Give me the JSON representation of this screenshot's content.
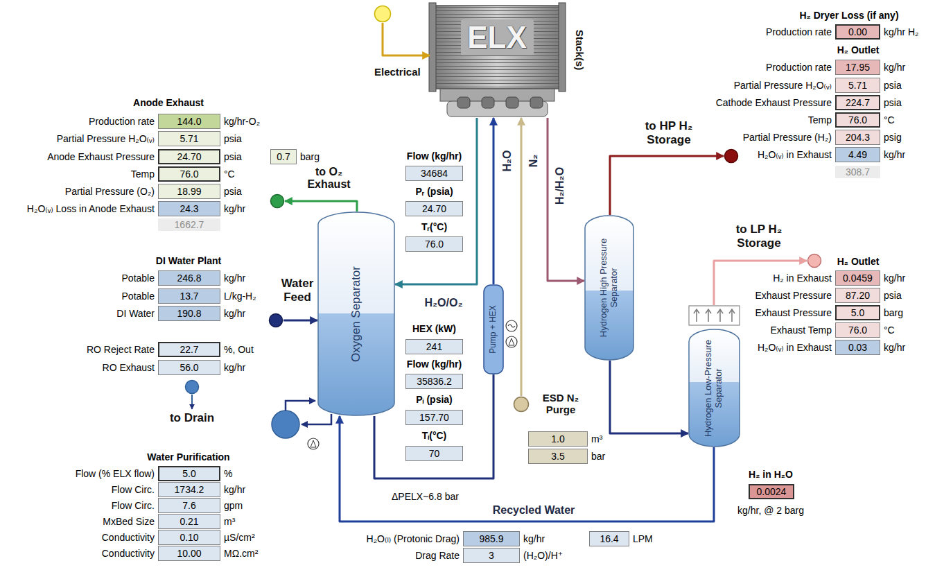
{
  "diagram": {
    "nodes": [
      {
        "text": [
          "Electrical"
        ]
      },
      {
        "text": [
          "ELX",
          "Stack(s)"
        ]
      },
      {
        "text": [
          "to HP H₂ Storage"
        ]
      },
      {
        "text": [
          "to O₂ Exhaust"
        ]
      },
      {
        "text": [
          "to LP H₂ Storage"
        ]
      },
      {
        "text": [
          "Water Feed"
        ]
      },
      {
        "text": [
          "Oxygen Separator"
        ]
      },
      {
        "text": [
          "Hydrogen High Pressure Separator"
        ]
      },
      {
        "text": [
          "Pump + HEX"
        ]
      },
      {
        "text": [
          "Hydrogen Low-Pressure Separator"
        ]
      },
      {
        "text": [
          "to Drain"
        ]
      },
      {
        "text": [
          "ESD N₂ Purge"
        ]
      }
    ],
    "edges": [
      {
        "from": 0,
        "to": 1,
        "arrow": "to"
      },
      {
        "from": 1,
        "to": 6,
        "label": "H₂O/O₂",
        "arrow": "to"
      },
      {
        "from": 6,
        "to": 3,
        "arrow": "to"
      },
      {
        "from": 5,
        "to": 6,
        "arrow": "to"
      },
      {
        "from": 6,
        "to": 8,
        "arrow": "none"
      },
      {
        "from": 8,
        "to": 1,
        "label": "H₂O",
        "arrow": "to"
      },
      {
        "from": 11,
        "to": 1,
        "label": "N₂",
        "arrow": "to"
      },
      {
        "from": 1,
        "to": 7,
        "label": "H₂/H₂O",
        "arrow": "to"
      },
      {
        "from": 7,
        "to": 2,
        "arrow": "to"
      },
      {
        "from": 7,
        "to": 9,
        "arrow": "to"
      },
      {
        "from": 9,
        "to": 4,
        "arrow": "to"
      },
      {
        "from": 9,
        "to": 6,
        "label": "Recycled Water",
        "arrow": "to"
      }
    ],
    "labels": [
      "Anode Exhaust",
      "Production rate",
      "144.0",
      "kg/hr-O₂",
      "Partial Pressure H₂O₍ᵥ₎",
      "5.71",
      "psia",
      "Anode Exhaust Pressure",
      "24.70",
      "psia",
      "Temp",
      "76.0",
      "°C",
      "Partial Pressure (O₂)",
      "18.99",
      "psia",
      "H₂O₍ᵥ₎ Loss in Anode Exhaust",
      "24.3",
      "kg/hr",
      "1662.7",
      "0.7",
      "barg",
      "H₂ Dryer Loss (if any)",
      "Production rate",
      "0.00",
      "kg/hr H₂",
      "H₂ Outlet",
      "Production rate",
      "17.95",
      "kg/hr",
      "Partial Pressure H₂O₍ᵥ₎",
      "5.71",
      "psia",
      "Cathode Exhaust Pressure",
      "224.7",
      "psia",
      "Temp",
      "76.0",
      "°C",
      "Partial Pressure (H₂)",
      "204.3",
      "psig",
      "H₂O₍ᵥ₎ in Exhaust",
      "4.49",
      "kg/hr",
      "308.7",
      "H₂ Outlet",
      "H₂ in Exhaust",
      "0.0459",
      "kg/hr",
      "Exhaust Pressure",
      "87.20",
      "psia",
      "Exhaust Pressure",
      "5.0",
      "barg",
      "Exhaust Temp",
      "76.0",
      "°C",
      "H₂O₍ᵥ₎ in Exhaust",
      "0.03",
      "kg/hr",
      "DI Water Plant",
      "Potable",
      "246.8",
      "kg/hr",
      "Potable",
      "13.7",
      "L/kg-H₂",
      "DI Water",
      "190.8",
      "kg/hr",
      "RO Reject Rate",
      "22.7",
      "%, Out",
      "RO Exhaust",
      "56.0",
      "kg/hr",
      "Water Purification",
      "Flow (% ELX flow)",
      "5.0",
      "%",
      "Flow Circ.",
      "1734.2",
      "kg/hr",
      "Flow Circ.",
      "7.6",
      "gpm",
      "MxBed Size",
      "0.21",
      "m³",
      "Conductivity",
      "0.10",
      "µS/cm²",
      "Conductivity",
      "10.00",
      "MΩ.cm²",
      "Flow (kg/hr)",
      "34684",
      "Pᵣ (psia)",
      "24.70",
      "Tᵣ(°C)",
      "76.0",
      "HEX (kW)",
      "241",
      "Flow (kg/hr)",
      "35836.2",
      "Pᵢ (psia)",
      "157.70",
      "Tᵢ(°C)",
      "70",
      "1.0",
      "m³",
      "3.5",
      "bar",
      "H₂O₍ₗ₎ (Protonic Drag)",
      "985.9",
      "kg/hr",
      "Drag Rate",
      "3",
      "(H₂O)/H⁺",
      "16.4",
      "LPM",
      "H₂ in H₂O",
      "0.0024",
      "kg/hr, @ 2 barg",
      "ΔPELX~6.8 bar"
    ]
  }
}
